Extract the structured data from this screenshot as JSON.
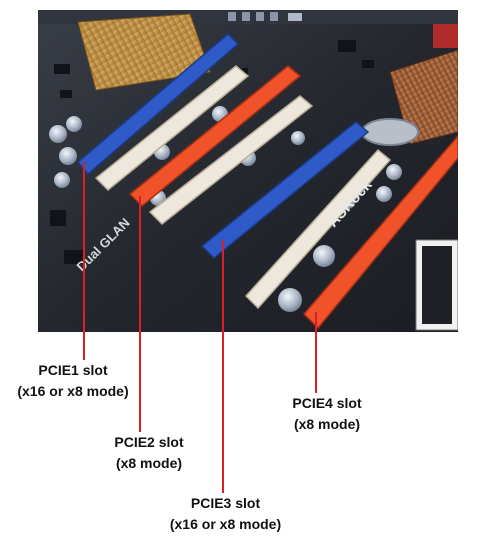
{
  "labels": {
    "pcie1": {
      "name": "PCIE1 slot",
      "mode": "(x16 or x8 mode)"
    },
    "pcie2": {
      "name": "PCIE2 slot",
      "mode": "(x8 mode)"
    },
    "pcie3": {
      "name": "PCIE3 slot",
      "mode": "(x16 or x8 mode)"
    },
    "pcie4": {
      "name": "PCIE4 slot",
      "mode": "(x8 mode)"
    }
  },
  "board_text": {
    "brand": "ASRock",
    "silk": "Dual GLAN"
  },
  "colors": {
    "blue_slot": "#2f5bc9",
    "orange_slot": "#f0522a",
    "white_slot": "#eee8dc",
    "pcb": "#252830",
    "heatsink": "#c8953f",
    "callout": "#d7202a"
  }
}
